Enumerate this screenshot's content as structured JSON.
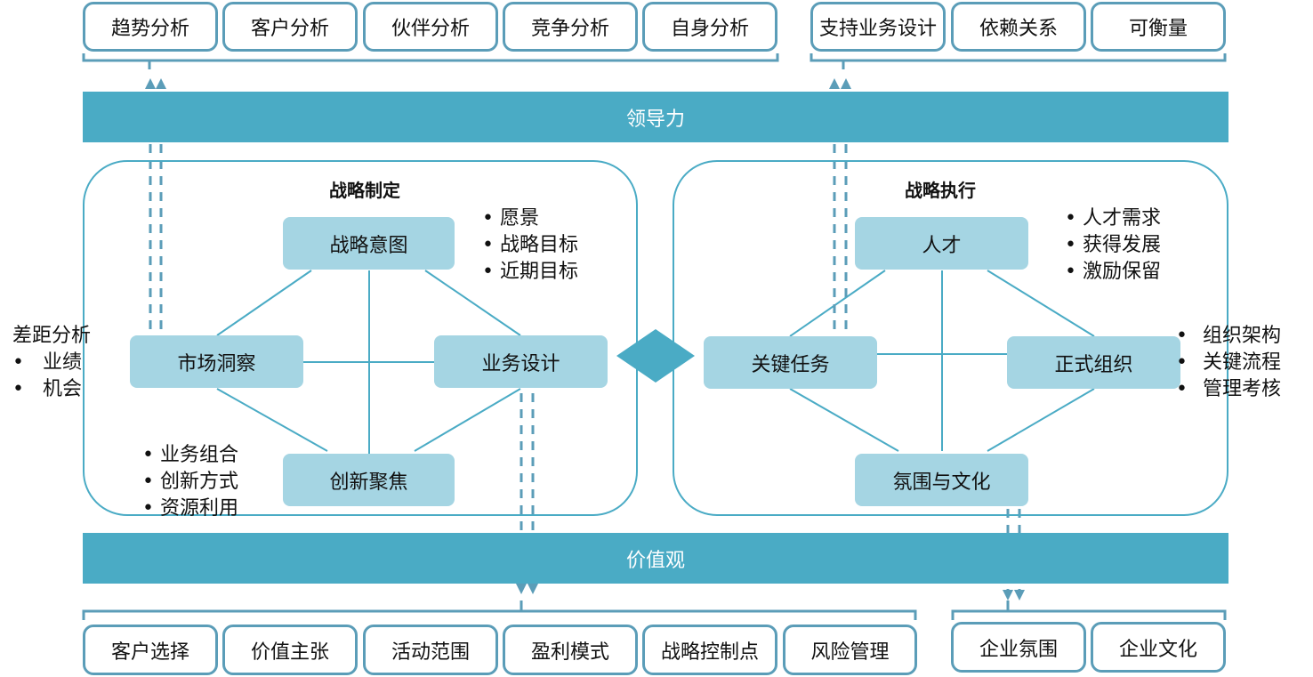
{
  "top_left_boxes": [
    "趋势分析",
    "客户分析",
    "伙伴分析",
    "竞争分析",
    "自身分析"
  ],
  "top_right_boxes": [
    "支持业务设计",
    "依赖关系",
    "可衡量"
  ],
  "leadership_bar": "领导力",
  "values_bar": "价值观",
  "strategy_formulation": {
    "title": "战略制定",
    "nodes": {
      "intent": "战略意图",
      "insight": "市场洞察",
      "design": "业务设计",
      "innovation": "创新聚焦"
    },
    "intent_list": [
      "愿景",
      "战略目标",
      "近期目标"
    ],
    "innovation_list": [
      "业务组合",
      "创新方式",
      "资源利用"
    ]
  },
  "strategy_execution": {
    "title": "战略执行",
    "nodes": {
      "talent": "人才",
      "tasks": "关键任务",
      "org": "正式组织",
      "culture": "氛围与文化"
    },
    "talent_list": [
      "人才需求",
      "获得发展",
      "激励保留"
    ],
    "org_list": [
      "组织架构",
      "关键流程",
      "管理考核"
    ]
  },
  "gap": {
    "title": "差距分析",
    "items": [
      "业绩",
      "机会"
    ]
  },
  "bottom_left_boxes": [
    "客户选择",
    "价值主张",
    "活动范围",
    "盈利模式",
    "战略控制点",
    "风险管理"
  ],
  "bottom_right_boxes": [
    "企业氛围",
    "企业文化"
  ],
  "colors": {
    "bar": "#4aabc5",
    "node": "#a5d5e3",
    "border": "#5b9db8"
  }
}
